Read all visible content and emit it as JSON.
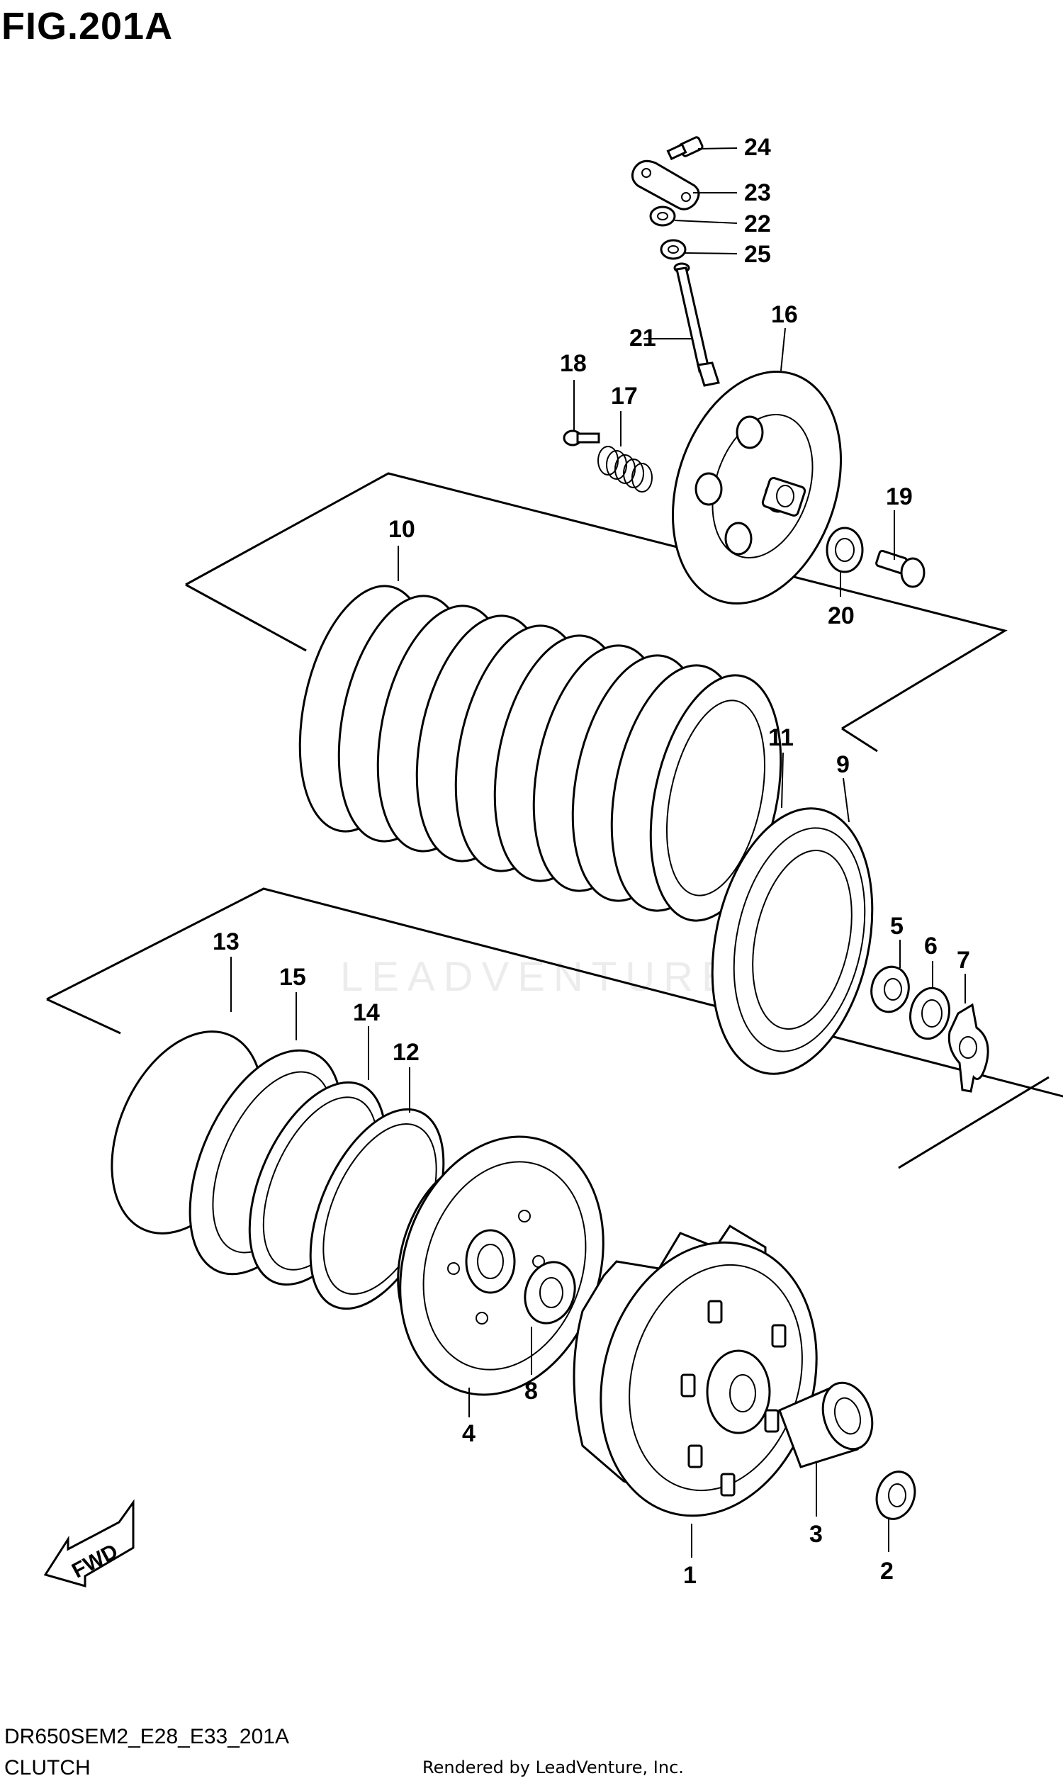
{
  "figure": {
    "title": "FIG.201A",
    "model_code": "DR650SEM2_E28_E33_201A",
    "name": "CLUTCH",
    "credit": "Rendered by LeadVenture, Inc.",
    "watermark": "LEADVENTURE",
    "fwd_label": "FWD"
  },
  "callouts": [
    {
      "id": "1",
      "label": "1"
    },
    {
      "id": "2",
      "label": "2"
    },
    {
      "id": "3",
      "label": "3"
    },
    {
      "id": "4",
      "label": "4"
    },
    {
      "id": "5",
      "label": "5"
    },
    {
      "id": "6",
      "label": "6"
    },
    {
      "id": "7",
      "label": "7"
    },
    {
      "id": "8",
      "label": "8"
    },
    {
      "id": "9",
      "label": "9"
    },
    {
      "id": "10",
      "label": "10"
    },
    {
      "id": "11",
      "label": "11"
    },
    {
      "id": "12",
      "label": "12"
    },
    {
      "id": "13",
      "label": "13"
    },
    {
      "id": "14",
      "label": "14"
    },
    {
      "id": "15",
      "label": "15"
    },
    {
      "id": "16",
      "label": "16"
    },
    {
      "id": "17",
      "label": "17"
    },
    {
      "id": "18",
      "label": "18"
    },
    {
      "id": "19",
      "label": "19"
    },
    {
      "id": "20",
      "label": "20"
    },
    {
      "id": "21",
      "label": "21"
    },
    {
      "id": "22",
      "label": "22"
    },
    {
      "id": "23",
      "label": "23"
    },
    {
      "id": "24",
      "label": "24"
    },
    {
      "id": "25",
      "label": "25"
    }
  ]
}
